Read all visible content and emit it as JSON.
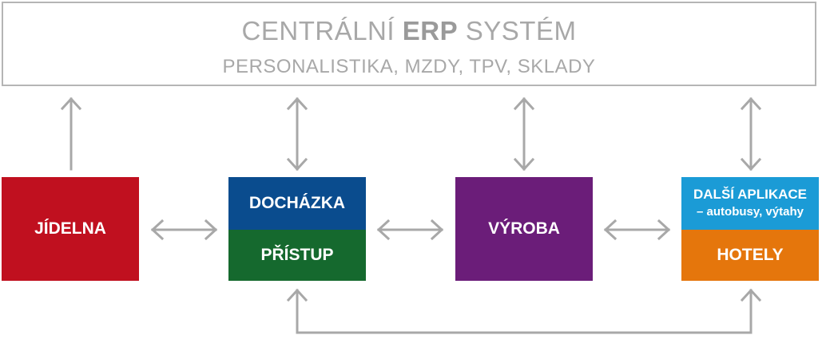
{
  "erp": {
    "title_prefix": "CENTRÁLNÍ ",
    "title_bold": "ERP",
    "title_suffix": " SYSTÉM",
    "subtitle": "PERSONALISTIKA, MZDY, TPV, SKLADY"
  },
  "modules": {
    "jidelna": "JÍDELNA",
    "dochazka": "DOCHÁZKA",
    "pristup": "PŘÍSTUP",
    "vyroba": "VÝROBA",
    "dalsi_title": "DALŠÍ APLIKACE",
    "dalsi_sub": "– autobusy, výtahy",
    "hotely": "HOTELY"
  },
  "colors": {
    "jidelna": "#c0101f",
    "dochazka": "#0a4c8e",
    "pristup": "#15692e",
    "vyroba": "#6b1d79",
    "dalsi": "#1b9bd6",
    "hotely": "#e5760c",
    "arrow": "#a8a8a8",
    "erp_text": "#a8a8a8"
  }
}
